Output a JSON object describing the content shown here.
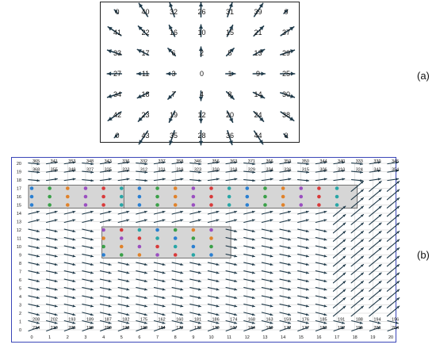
{
  "panel_labels": {
    "a": "(a)",
    "b": "(b)"
  },
  "colors": {
    "arrow": "#1f3a4a",
    "frame_b": "#3a46b8",
    "highlight": "#d6d6d6",
    "grid": "#c9c9c9"
  },
  "panel_a": {
    "rows": [
      [
        "0",
        "40",
        "32",
        "26",
        "31",
        "39",
        "0"
      ],
      [
        "41",
        "22",
        "16",
        "10",
        "15",
        "21",
        "37"
      ],
      [
        "33",
        "17",
        "6",
        "2",
        "5",
        "13",
        "29"
      ],
      [
        "27",
        "11",
        "3",
        "0",
        "1",
        "9",
        "25"
      ],
      [
        "34",
        "18",
        "7",
        "4",
        "8",
        "14",
        "30"
      ],
      [
        "42",
        "23",
        "19",
        "12",
        "20",
        "24",
        "38"
      ],
      [
        "0",
        "43",
        "35",
        "28",
        "36",
        "44",
        "0"
      ]
    ]
  },
  "panel_b": {
    "x_ticks": [
      "0",
      "1",
      "2",
      "3",
      "4",
      "5",
      "6",
      "7",
      "8",
      "9",
      "10",
      "11",
      "12",
      "13",
      "14",
      "15",
      "16",
      "17",
      "18",
      "19",
      "20"
    ],
    "y_ticks": [
      "20",
      "19",
      "18",
      "17",
      "16",
      "15",
      "14",
      "13",
      "12",
      "11",
      "10",
      "9",
      "8",
      "7",
      "6",
      "5",
      "4",
      "3",
      "2",
      "1",
      "0"
    ],
    "top_rows": [
      [
        "365",
        "341",
        "353",
        "348",
        "343",
        "336",
        "332",
        "337",
        "358",
        "346",
        "356",
        "363",
        "371",
        "366",
        "359",
        "350",
        "344",
        "340",
        "333",
        "339",
        "345"
      ],
      [
        "368",
        "355",
        "349",
        "327",
        "325",
        "322",
        "312",
        "321",
        "319",
        "323",
        "320",
        "318",
        "329",
        "334",
        "326",
        "315",
        "306",
        "310",
        "324",
        "342",
        "354"
      ]
    ],
    "bottom_rows": [
      [
        "208",
        "202",
        "193",
        "189",
        "187",
        "182",
        "175",
        "162",
        "160",
        "181",
        "186",
        "174",
        "168",
        "163",
        "159",
        "176",
        "185",
        "191",
        "188",
        "194",
        "196"
      ],
      [
        "214",
        "210",
        "205",
        "199",
        "200",
        "198",
        "190",
        "184",
        "179",
        "173",
        "170",
        "167",
        "164",
        "169",
        "172",
        "177",
        "183",
        "192",
        "195",
        "201",
        "204"
      ]
    ]
  }
}
